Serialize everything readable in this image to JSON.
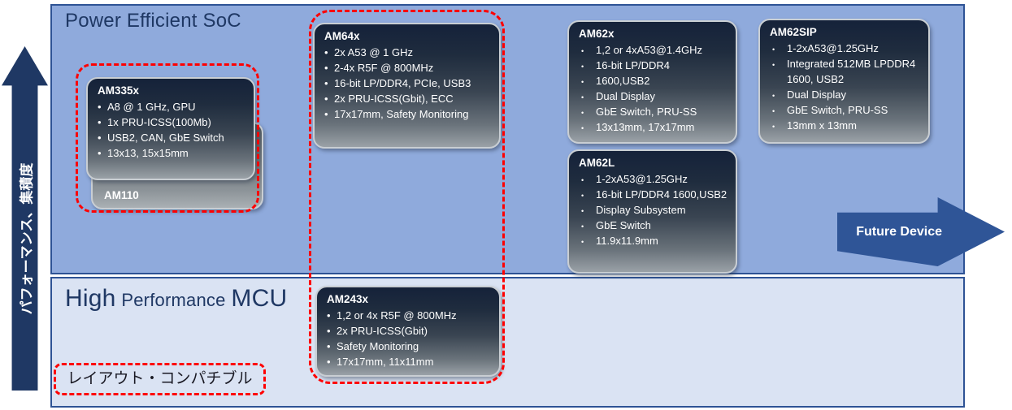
{
  "regions": {
    "soc": {
      "title": "Power Efficient SoC"
    },
    "mcu": {
      "title_part1": "High",
      "title_part2": "Performance",
      "title_part3": "MCU"
    }
  },
  "axis": {
    "label": "パフォーマンス、集積度"
  },
  "future_arrow": {
    "label": "Future Device"
  },
  "layout_note": {
    "label": "レイアウト・コンパチブル"
  },
  "cards": {
    "am335x": {
      "title": "AM335x",
      "bullets": [
        "A8 @ 1 GHz, GPU",
        "1x PRU-ICSS(100Mb)",
        "USB2, CAN, GbE Switch",
        "13x13, 15x15mm"
      ]
    },
    "am110": {
      "title": "AM110"
    },
    "am64x": {
      "title": "AM64x",
      "bullets": [
        "2x A53 @ 1 GHz",
        "2-4x R5F @ 800MHz",
        "16-bit LP/DDR4, PCIe, USB3",
        "2x PRU-ICSS(Gbit), ECC",
        "17x17mm, Safety Monitoring"
      ]
    },
    "am62x": {
      "title": "AM62x",
      "bullets": [
        "1,2 or 4xA53@1.4GHz",
        "16-bit LP/DDR4",
        "1600,USB2",
        "Dual Display",
        "GbE Switch, PRU-SS",
        "13x13mm, 17x17mm"
      ]
    },
    "am62sip": {
      "title": "AM62SIP",
      "bullets": [
        "1-2xA53@1.25GHz",
        "Integrated 512MB LPDDR4 1600, USB2",
        "Dual Display",
        "GbE Switch, PRU-SS",
        "13mm x 13mm"
      ]
    },
    "am62l": {
      "title": "AM62L",
      "bullets": [
        "1-2xA53@1.25GHz",
        "16-bit LP/DDR4 1600,USB2",
        "Display Subsystem",
        "GbE Switch",
        "11.9x11.9mm"
      ]
    },
    "am243x": {
      "title": "AM243x",
      "bullets": [
        "1,2 or 4x R5F @ 800MHz",
        "2x PRU-ICSS(Gbit)",
        "Safety Monitoring",
        "17x17mm, 11x11mm"
      ]
    }
  },
  "colors": {
    "region_top_bg": "#8FAADC",
    "region_bottom_bg": "#DAE3F3",
    "region_border": "#2E5395",
    "axis_arrow": "#1F3864",
    "future_arrow": "#2F5597",
    "highlight_dashed": "#FF0000",
    "heading_text": "#1F3864",
    "card_text": "#FFFFFF"
  }
}
